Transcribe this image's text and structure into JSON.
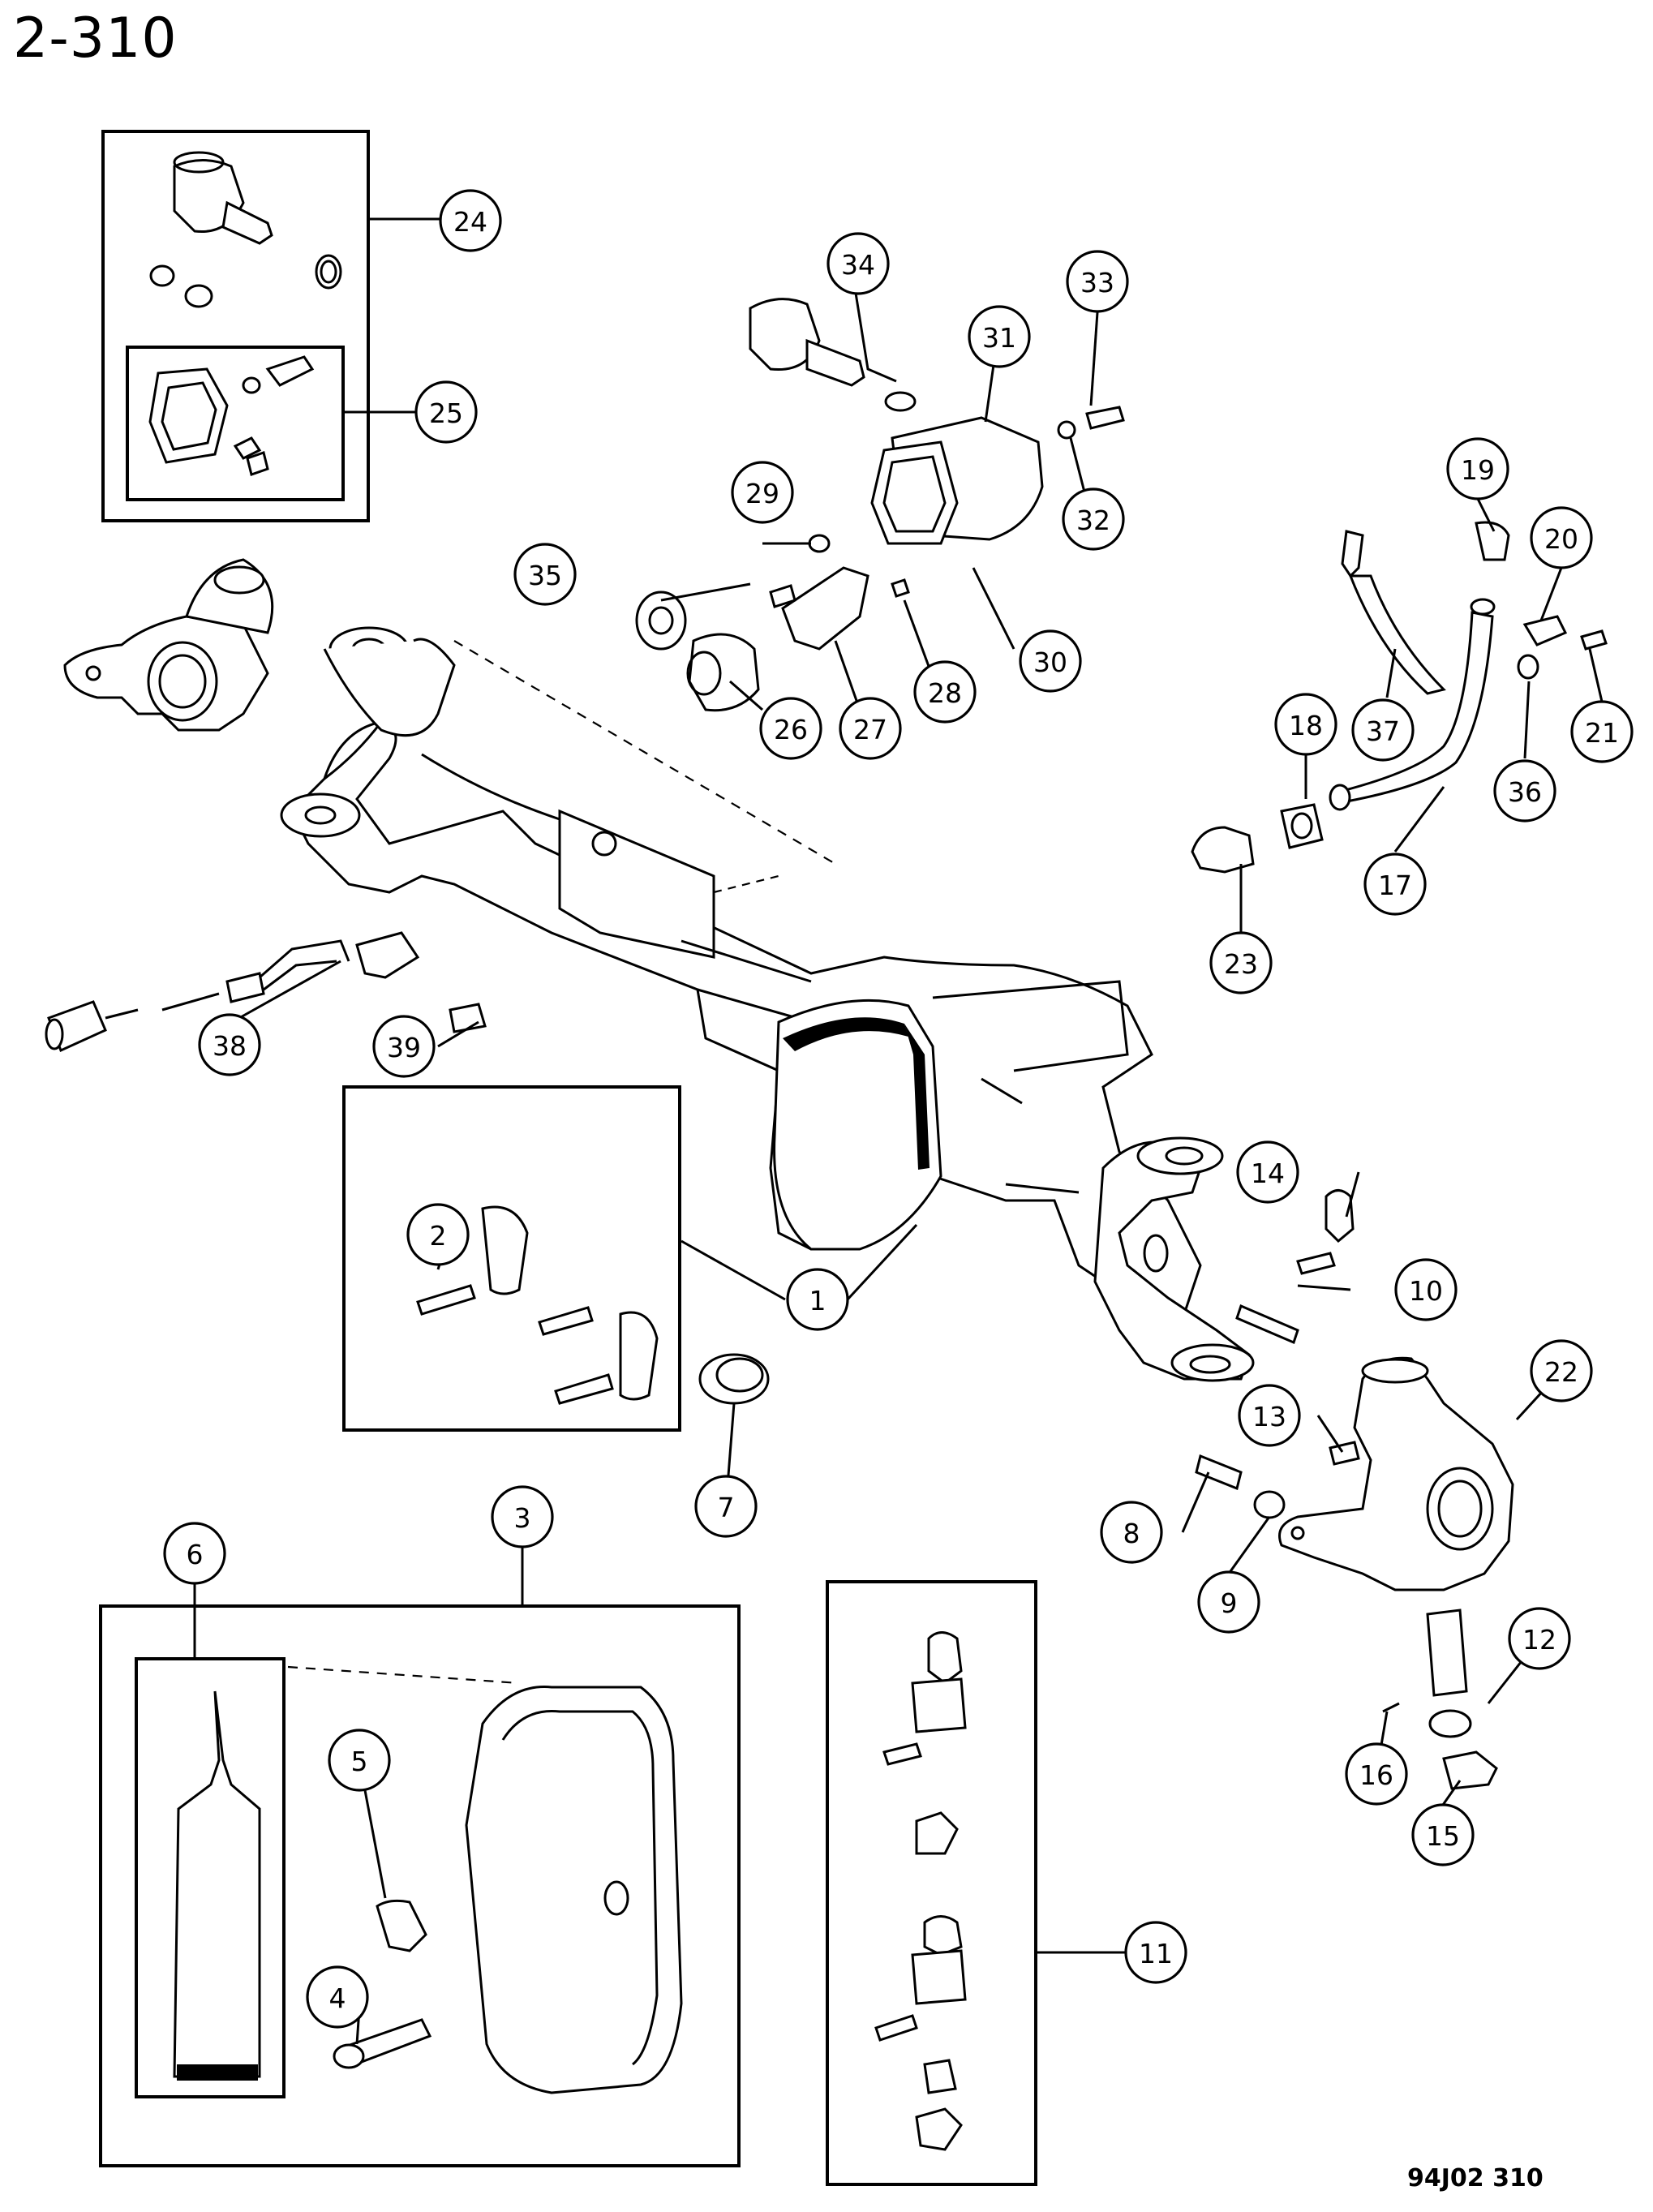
{
  "page_title": "2-310",
  "figure_code": "94J02  310",
  "callouts": [
    "1",
    "2",
    "3",
    "4",
    "5",
    "6",
    "7",
    "8",
    "9",
    "10",
    "11",
    "12",
    "13",
    "14",
    "15",
    "16",
    "17",
    "18",
    "19",
    "20",
    "21",
    "22",
    "23",
    "24",
    "25",
    "26",
    "27",
    "28",
    "29",
    "30",
    "31",
    "32",
    "33",
    "34",
    "35",
    "36",
    "37",
    "38",
    "39"
  ]
}
